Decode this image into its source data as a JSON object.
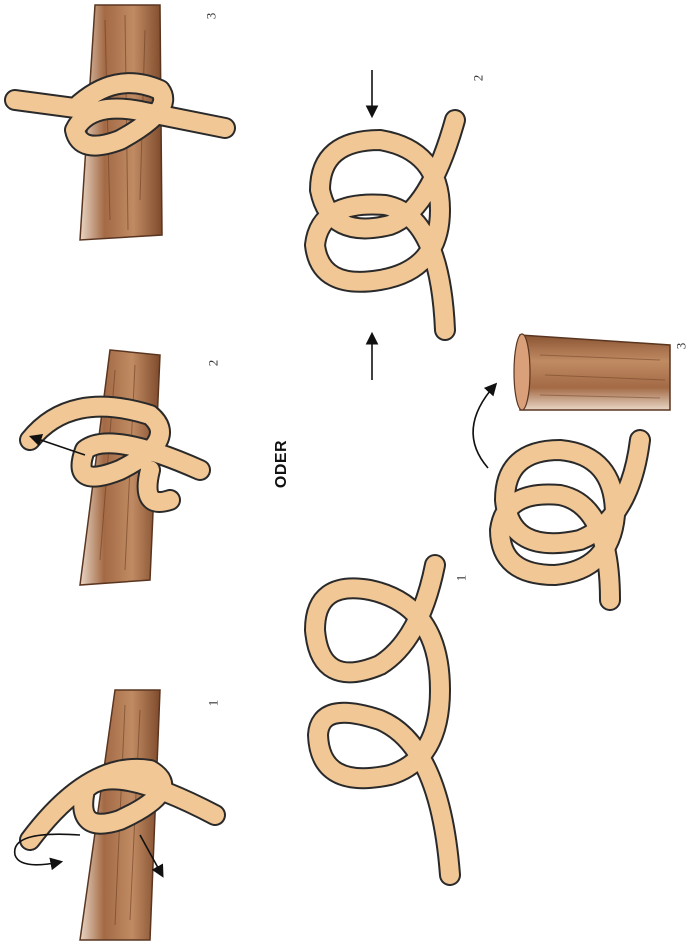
{
  "divider_label": "ODER",
  "top_row_steps": [
    "1",
    "2",
    "3"
  ],
  "bottom_row_steps": [
    "1",
    "2",
    "3"
  ],
  "colors": {
    "rope": "#f2c796",
    "rope_outline": "#2a2a2a",
    "wood": "#b07a55",
    "wood_dark": "#6b3f24",
    "arrow": "#111111"
  },
  "icons": [
    "curved-arrow-icon",
    "straight-arrow-icon"
  ]
}
